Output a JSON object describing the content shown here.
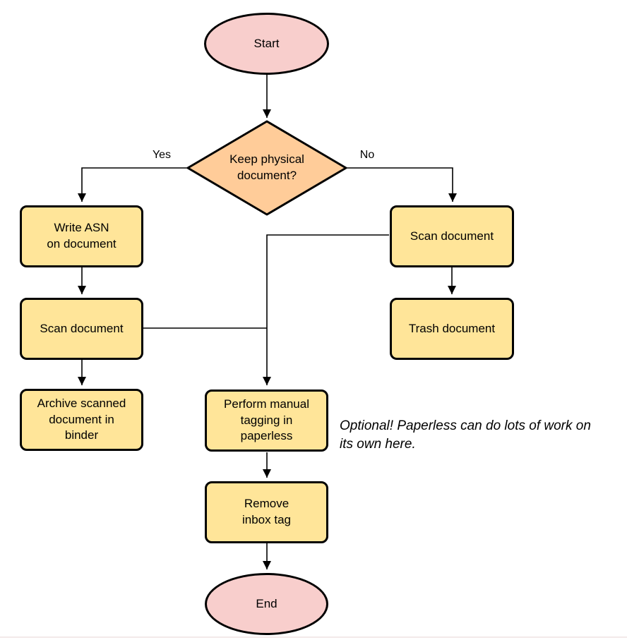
{
  "colors": {
    "terminator_fill": "#F8CECC",
    "decision_fill": "#FFCC99",
    "process_fill": "#FFE599",
    "shape_border": "#000000",
    "connector": "#000000"
  },
  "nodes": {
    "start": {
      "type": "terminator",
      "label": "Start"
    },
    "decision": {
      "type": "decision",
      "label": "Keep physical\ndocument?"
    },
    "write_asn": {
      "type": "process",
      "label": "Write ASN\non document"
    },
    "scan_left": {
      "type": "process",
      "label": "Scan document"
    },
    "archive": {
      "type": "process",
      "label": "Archive scanned\ndocument in\nbinder"
    },
    "scan_right": {
      "type": "process",
      "label": "Scan document"
    },
    "trash": {
      "type": "process",
      "label": "Trash document"
    },
    "tagging": {
      "type": "process",
      "label": "Perform manual\ntagging in\npaperless"
    },
    "remove_tag": {
      "type": "process",
      "label": "Remove\ninbox tag"
    },
    "end": {
      "type": "terminator",
      "label": "End"
    }
  },
  "branch_labels": {
    "yes": "Yes",
    "no": "No"
  },
  "annotation": {
    "text": "Optional! Paperless can do lots of work on\nits own here."
  }
}
